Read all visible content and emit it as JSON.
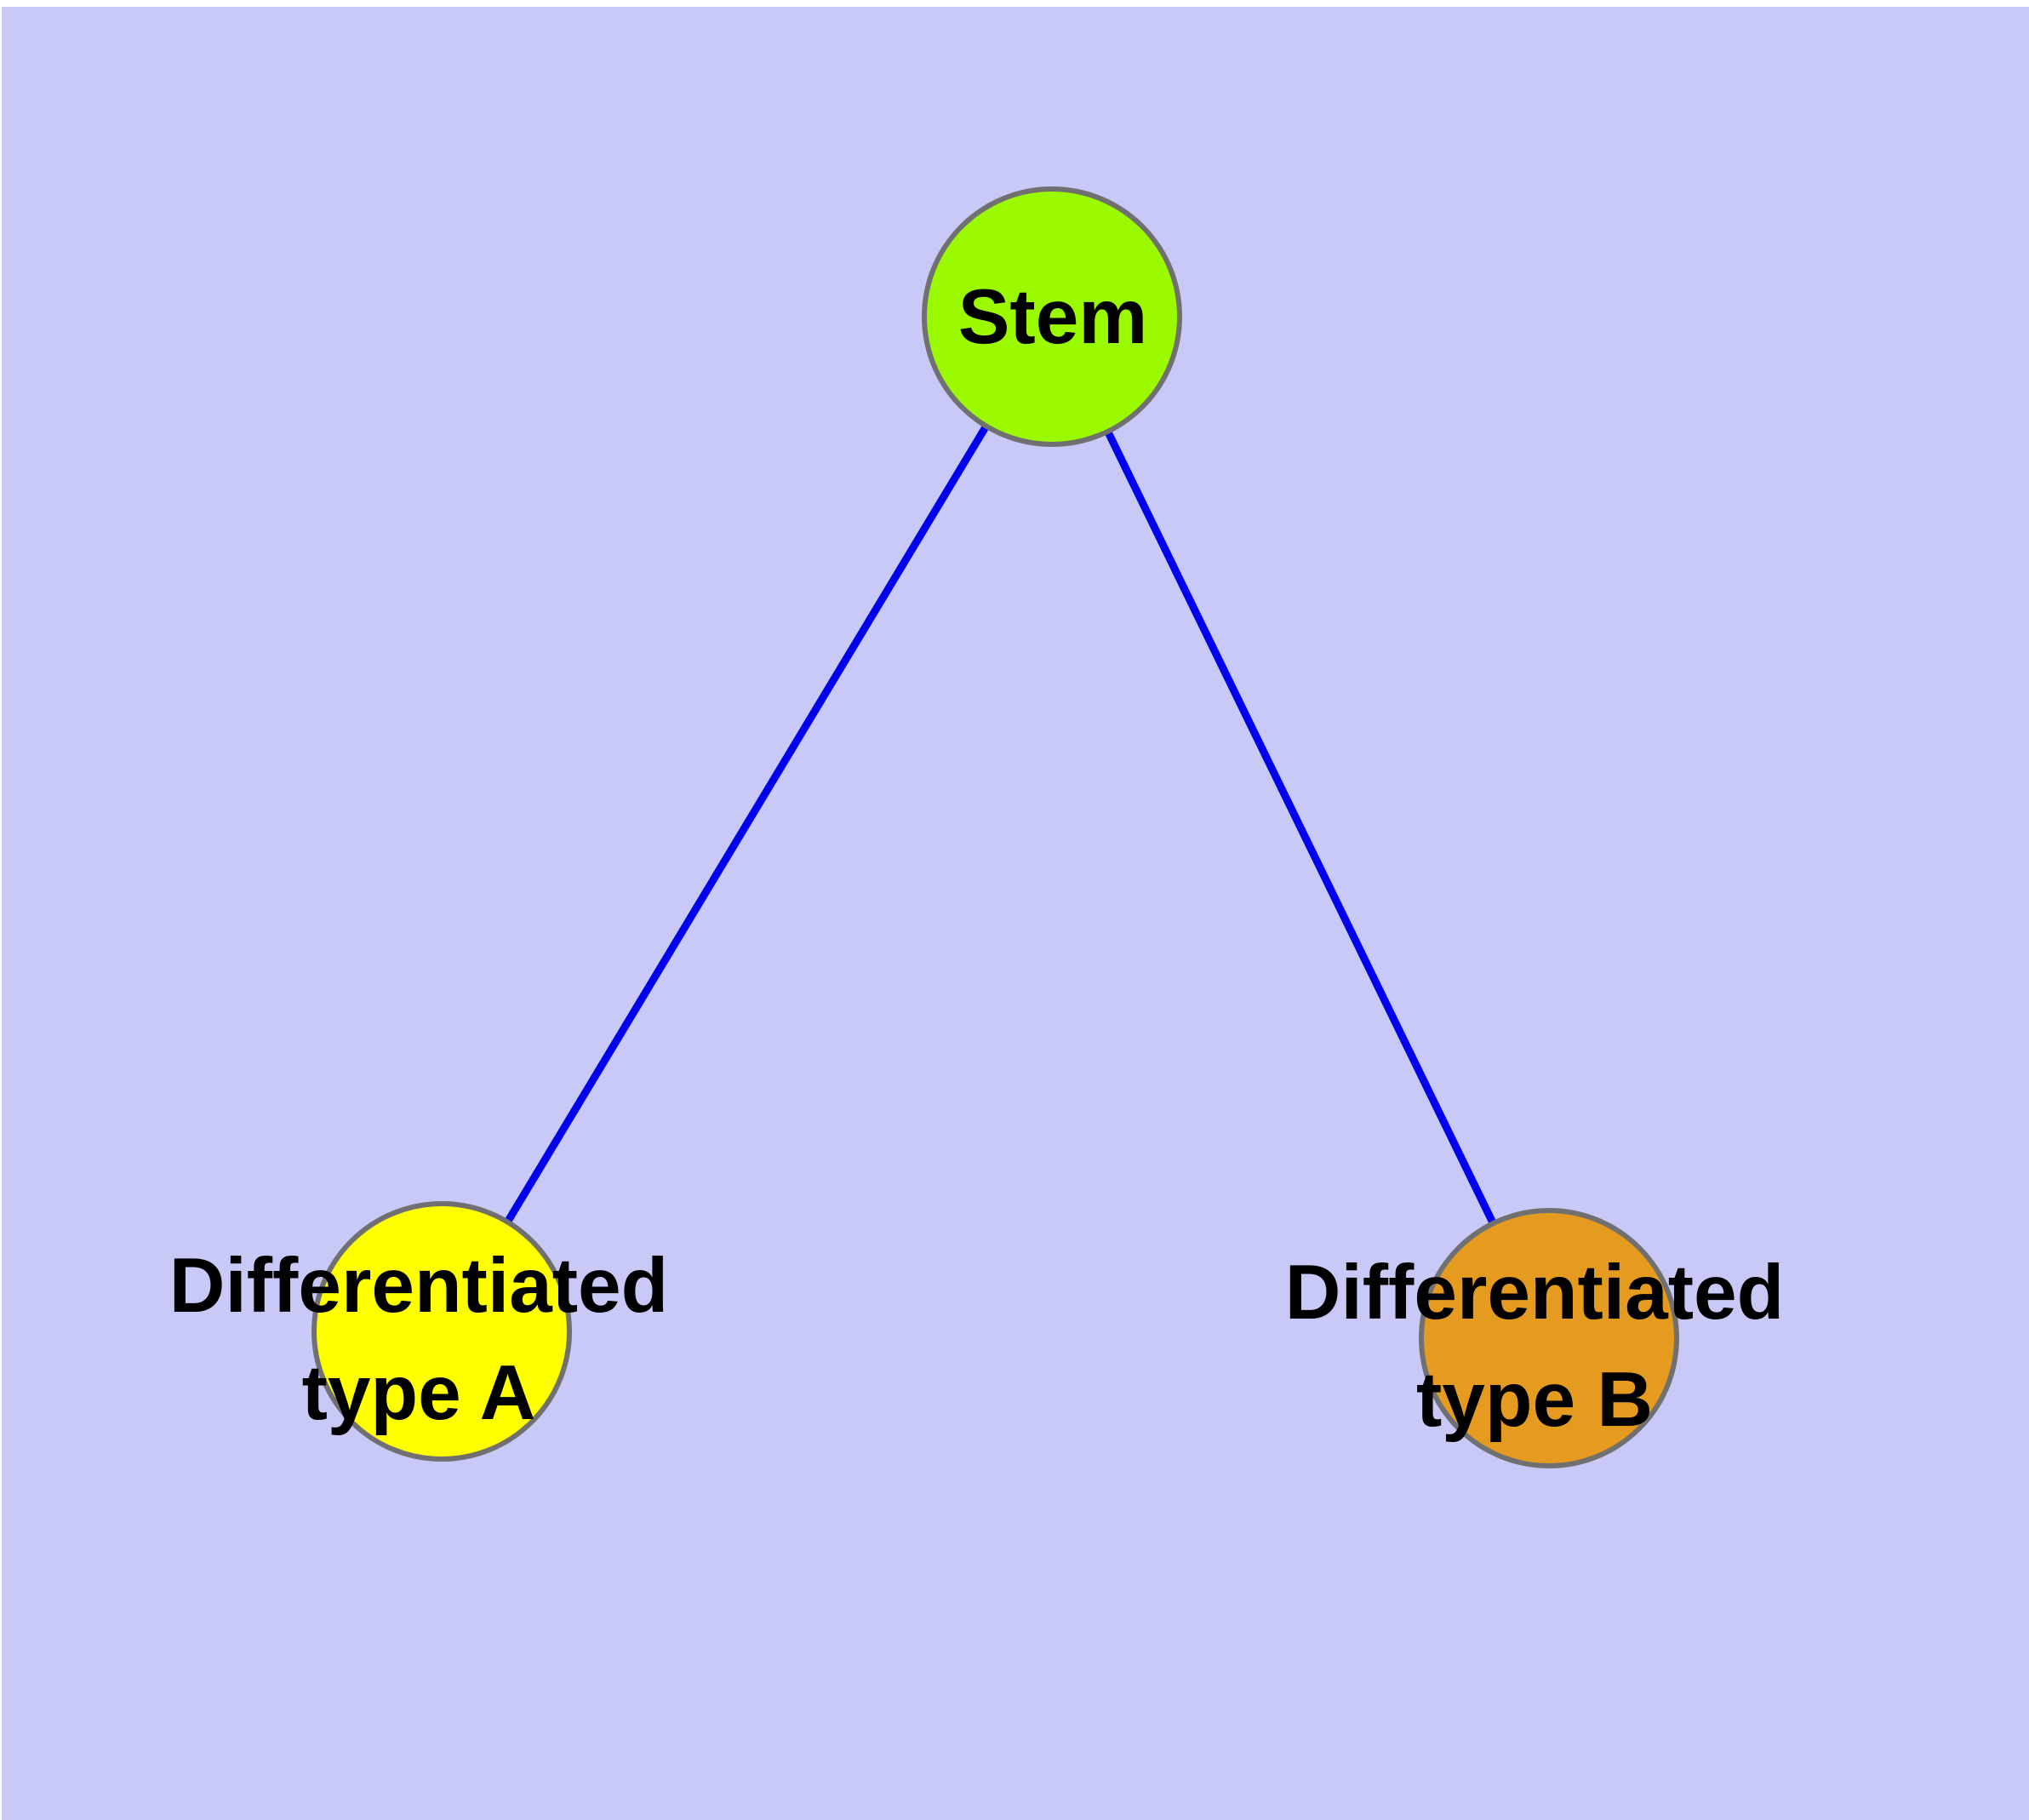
{
  "figure": {
    "margin_color": "#ffffff",
    "background_color": "#c9c9f8",
    "text_color": "#000000"
  },
  "diagram": {
    "type": "graph",
    "nodes": [
      {
        "id": "stem",
        "label": "Stem",
        "label_lines": [
          "Stem"
        ],
        "fill": "#9bfa00",
        "border": "#707070"
      },
      {
        "id": "type-a",
        "label": "Differentiated type A",
        "label_lines": [
          "Differentiated",
          "type A"
        ],
        "fill": "#ffff00",
        "border": "#707070"
      },
      {
        "id": "type-b",
        "label": "Differentiated type B",
        "label_lines": [
          "Differentiated",
          "type B"
        ],
        "fill": "#e49b20",
        "border": "#707070"
      }
    ],
    "edges": [
      {
        "from": "stem",
        "to": "type-a",
        "color": "#0000ee"
      },
      {
        "from": "stem",
        "to": "type-b",
        "color": "#0000ee"
      }
    ]
  }
}
